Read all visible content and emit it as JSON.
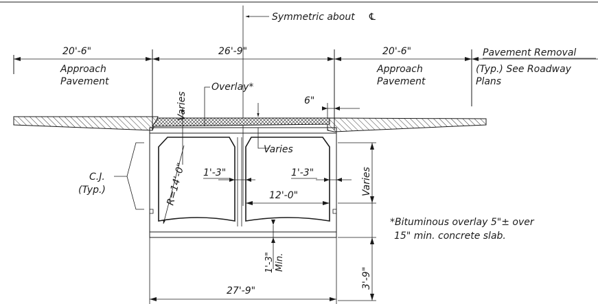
{
  "labels": {
    "symmetric": "Symmetric about",
    "centerline_symbol": "℄",
    "dim_left_top": "20'-6\"",
    "dim_center_top": "26'-9\"",
    "dim_right_top": "20'-6\"",
    "approach_left_1": "Approach",
    "approach_left_2": "Pavement",
    "approach_right_1": "Approach",
    "approach_right_2": "Pavement",
    "removal_1": "Pavement Removal",
    "removal_2": "(Typ.) See Roadway",
    "removal_3": "Plans",
    "varies_top": "Varies",
    "overlay": "Overlay*",
    "six_inch": "6\"",
    "varies_mid": "Varies",
    "cj_1": "C.J.",
    "cj_2": "(Typ.)",
    "radius": "R=14'-0\"",
    "wall_left": "1'-3\"",
    "wall_right": "1'-3\"",
    "span_inner": "12'-0\"",
    "varies_right": "Varies",
    "note_1": "*Bituminous overlay 5\"± over",
    "note_2": "15\" min. concrete slab.",
    "bottom_min_1": "1'-3\"",
    "bottom_min_2": "Min.",
    "dim_bottom": "27'-9\"",
    "dim_depth": "3'-9\""
  }
}
